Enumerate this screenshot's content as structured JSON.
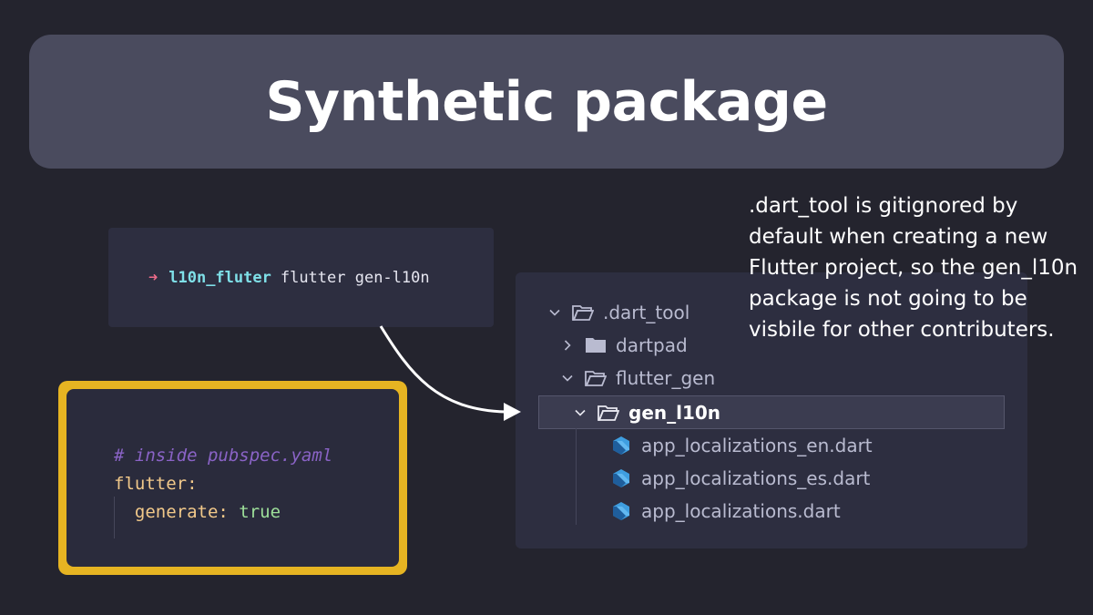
{
  "slide": {
    "title": "Synthetic package"
  },
  "terminal": {
    "prompt_symbol": "➜",
    "directory": "l10n_fluter",
    "command": "flutter gen-l10n"
  },
  "yaml": {
    "comment": "# inside pubspec.yaml",
    "key_flutter": "flutter:",
    "key_generate": "generate:",
    "value_generate": "true",
    "frame_color": "#e6b422"
  },
  "file_tree": {
    "items": [
      {
        "label": ".dart_tool",
        "type": "folder",
        "expanded": true,
        "icon": "folder-open-icon"
      },
      {
        "label": "dartpad",
        "type": "folder",
        "expanded": false,
        "icon": "folder-icon"
      },
      {
        "label": "flutter_gen",
        "type": "folder",
        "expanded": true,
        "icon": "folder-open-icon"
      },
      {
        "label": "gen_l10n",
        "type": "folder",
        "expanded": true,
        "selected": true,
        "icon": "folder-open-icon"
      },
      {
        "label": "app_localizations_en.dart",
        "type": "file",
        "icon": "dart-file-icon"
      },
      {
        "label": "app_localizations_es.dart",
        "type": "file",
        "icon": "dart-file-icon"
      },
      {
        "label": "app_localizations.dart",
        "type": "file",
        "icon": "dart-file-icon"
      }
    ]
  },
  "note": {
    "text": ".dart_tool is gitignored by default when creating a new Flutter project, so the gen_l10n package is not going to be visbile for other contributers."
  },
  "colors": {
    "background": "#24242e",
    "banner": "#4a4b5e",
    "dart_icon": "#3f9ee0"
  }
}
